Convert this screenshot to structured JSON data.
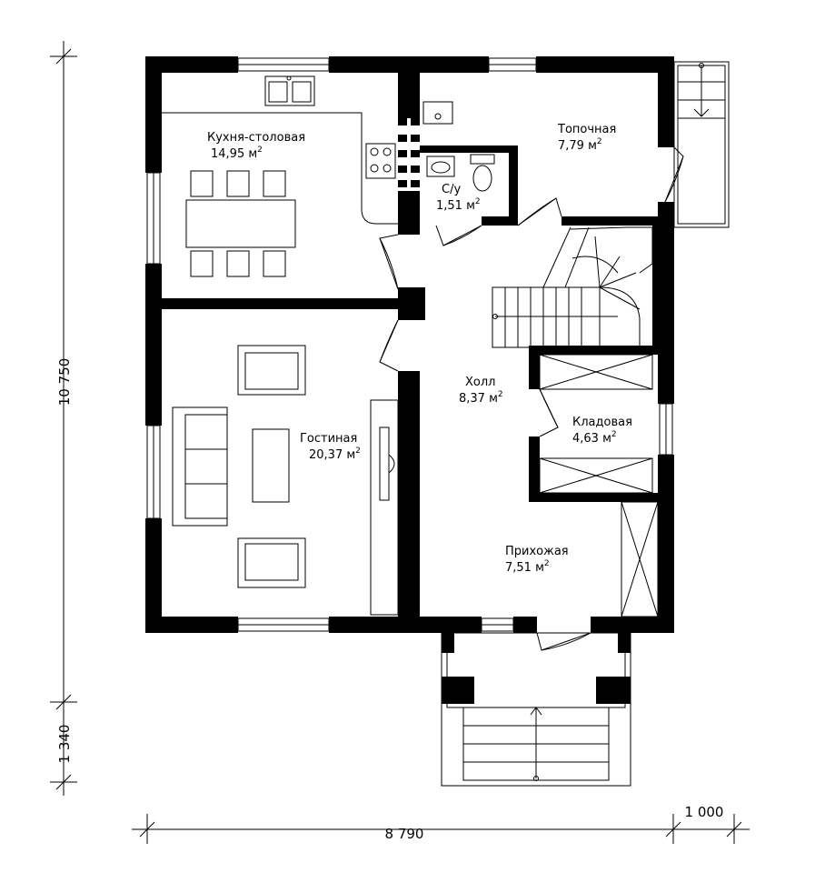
{
  "rooms": {
    "kitchen": {
      "name": "Кухня-столовая",
      "area": "14,95 м",
      "sup": "2"
    },
    "furnace": {
      "name": "Топочная",
      "area": "7,79 м",
      "sup": "2"
    },
    "wc": {
      "name": "С/у",
      "area": "1,51 м",
      "sup": "2"
    },
    "hall": {
      "name": "Холл",
      "area": "8,37 м",
      "sup": "2"
    },
    "storage": {
      "name": "Кладовая",
      "area": "4,63 м",
      "sup": "2"
    },
    "living": {
      "name": "Гостиная",
      "area": "20,37 м",
      "sup": "2"
    },
    "entrance": {
      "name": "Прихожая",
      "area": "7,51 м",
      "sup": "2"
    }
  },
  "dimensions": {
    "height_main": "10 750",
    "height_porch": "1 340",
    "width_main": "8 790",
    "width_ext": "1 000"
  }
}
